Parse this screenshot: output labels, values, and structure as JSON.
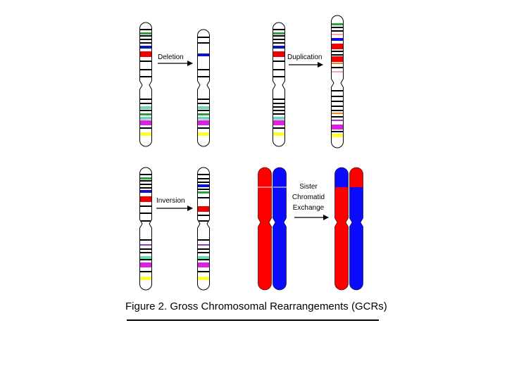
{
  "panels": {
    "deletion": {
      "label": "Deletion"
    },
    "duplication": {
      "label": "Duplication"
    },
    "inversion": {
      "label": "Inversion"
    },
    "sce": {
      "label_lines": [
        "Sister",
        "Chromatid",
        "Exchange"
      ]
    }
  },
  "caption": "Figure 2. Gross Chromosomal Rearrangements (GCRs)",
  "colors": {
    "band_black": "#000000",
    "band_green": "#2e9e3e",
    "band_blue": "#1010c8",
    "band_red": "#ee0000",
    "band_cyan": "#6cd7bf",
    "band_magenta": "#e020e0",
    "band_yellow": "#ffff30",
    "band_purple": "#9a37c8",
    "band_pink": "#f4a8a8",
    "band_orange": "#e98a22",
    "chromatid_red": "#ff0000",
    "chromatid_blue": "#0a0aff"
  },
  "icons": [
    "arrow-right-icon"
  ]
}
